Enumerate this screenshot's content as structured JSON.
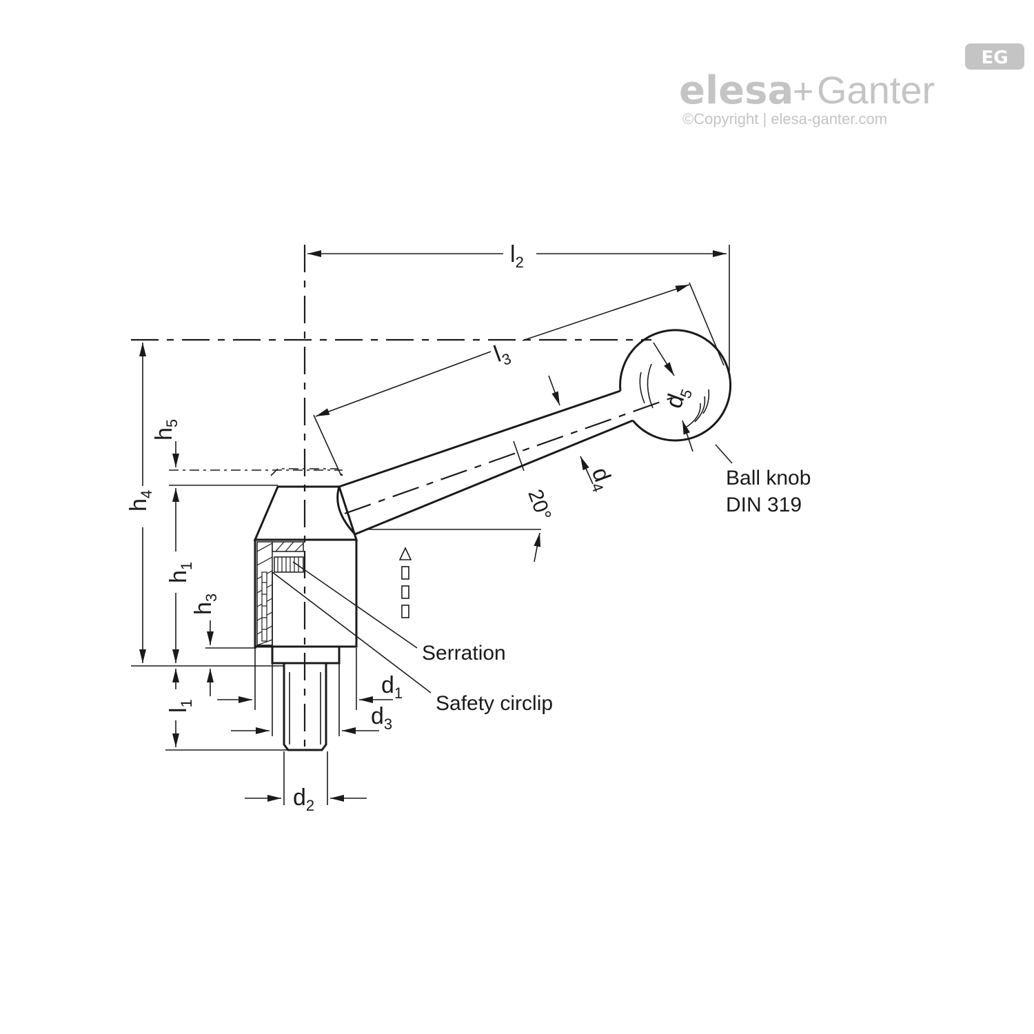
{
  "logo": {
    "badge": "EG",
    "brand_left": "elesa",
    "brand_plus": "+",
    "brand_right": "Ganter",
    "copyright": "©Copyright | elesa-ganter.com"
  },
  "callouts": {
    "ball_knob_line1": "Ball knob",
    "ball_knob_line2": "DIN 319",
    "serration": "Serration",
    "safety_circlip": "Safety circlip"
  },
  "angle_label": "20°",
  "dimensions": {
    "l2": {
      "main": "l",
      "sub": "2"
    },
    "l3": {
      "main": "l",
      "sub": "3"
    },
    "l1": {
      "main": "l",
      "sub": "1"
    },
    "h1": {
      "main": "h",
      "sub": "1"
    },
    "h3": {
      "main": "h",
      "sub": "3"
    },
    "h4": {
      "main": "h",
      "sub": "4"
    },
    "h5": {
      "main": "h",
      "sub": "5"
    },
    "d1": {
      "main": "d",
      "sub": "1"
    },
    "d2": {
      "main": "d",
      "sub": "2"
    },
    "d3": {
      "main": "d",
      "sub": "3"
    },
    "d4": {
      "main": "d",
      "sub": "4"
    },
    "d5": {
      "main": "d",
      "sub": "5"
    }
  },
  "colors": {
    "line": "#1a1a1a",
    "logo_grey": "#c4c4c4",
    "background": "#ffffff"
  }
}
